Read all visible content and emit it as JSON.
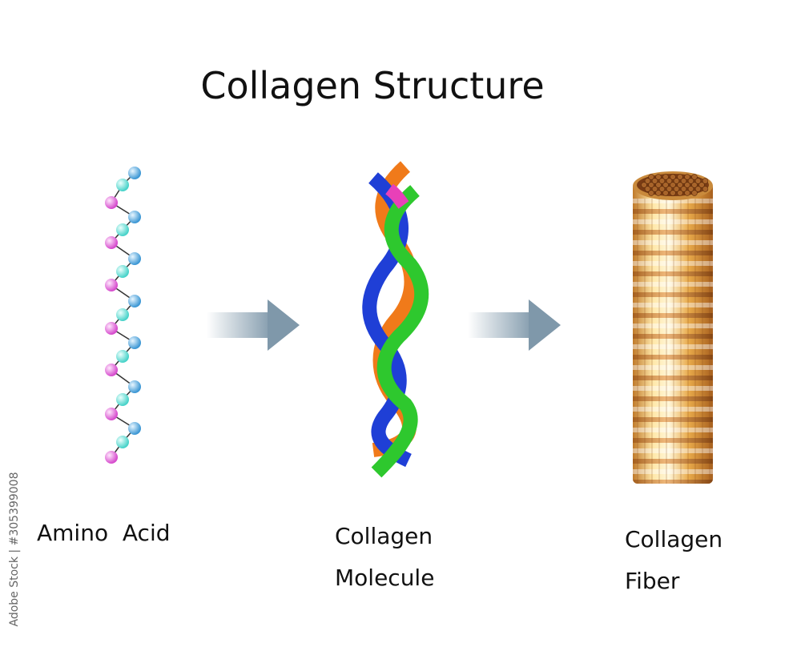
{
  "title": "Collagen Structure",
  "labels": {
    "amino_acid": "Amino  Acid",
    "molecule_line1": "Collagen",
    "molecule_line2": "Molecule",
    "fiber_line1": "Collagen",
    "fiber_line2": "Fiber"
  },
  "watermark": "Adobe Stock | #305399008",
  "colors": {
    "bead_blue": "#4aa8e0",
    "bead_cyan": "#5fe0d8",
    "bead_magenta": "#e05fd8",
    "strand_orange": "#f07a1a",
    "strand_green": "#2ec82e",
    "strand_blue": "#1f3fd6",
    "arrow": "#7f98aa",
    "fiber_gold": "#f2c060",
    "fiber_brown": "#8a4a1a"
  }
}
